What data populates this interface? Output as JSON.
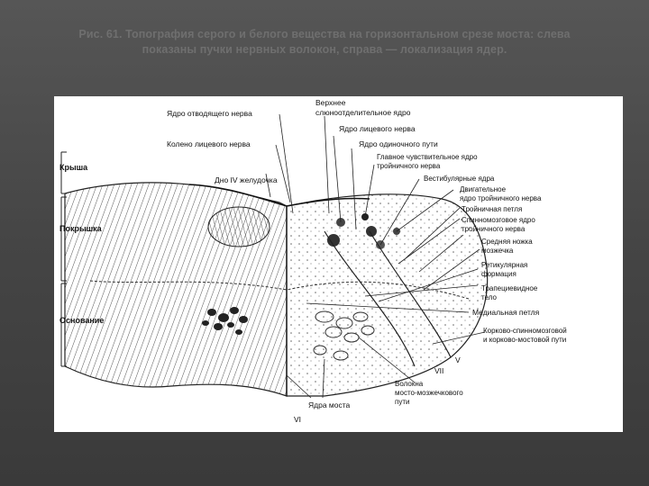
{
  "slide": {
    "caption_line1": "Рис. 61. Топография серого и белого вещества на горизонтальном срезе моста: слева",
    "caption_line2": "показаны пучки нервных волокон, справа — локализация ядер."
  },
  "figure": {
    "left_labels": {
      "roof": "Крыша",
      "tegmentum": "Покрышка",
      "base": "Основание"
    },
    "top_labels": {
      "abducens_nucleus": "Ядро отводящего нерва",
      "facial_genu": "Колено лицевого нерва",
      "fourth_ventricle_floor": "Дно IV желудочка",
      "superior_salivatory_1": "Верхнее",
      "superior_salivatory_2": "слюноотделительное ядро",
      "facial_nucleus": "Ядро лицевого нерва",
      "solitary_nucleus": "Ядро одиночного пути"
    },
    "right_labels": {
      "trigeminal_sensory_1": "Главное чувствительное ядро",
      "trigeminal_sensory_2": "тройничного нерва",
      "vestibular": "Вестибулярные ядра",
      "trigeminal_motor_1": "Двигательное",
      "trigeminal_motor_2": "ядро тройничного нерва",
      "trigeminal_lemniscus": "Тройничная петля",
      "spinal_trigeminal_1": "Спинномозговое ядро",
      "spinal_trigeminal_2": "тройничного нерва",
      "middle_peduncle_1": "Средняя ножка",
      "middle_peduncle_2": "мозжечка",
      "reticular_1": "Ретикулярная",
      "reticular_2": "формация",
      "trapezoid_1": "Трапециевидное",
      "trapezoid_2": "тело",
      "medial_lemniscus": "Медиальная петля",
      "corticospinal_1": "Корково-спинномозговой",
      "corticospinal_2": "и корково-мостовой пути"
    },
    "bottom_labels": {
      "nerve_vii": "VII",
      "nerve_v": "V",
      "nerve_vi": "VI",
      "pontine_nuclei": "Ядра моста",
      "fibers_1": "Волокна",
      "fibers_2": "мосто-мозжечкового",
      "fibers_3": "пути"
    }
  }
}
